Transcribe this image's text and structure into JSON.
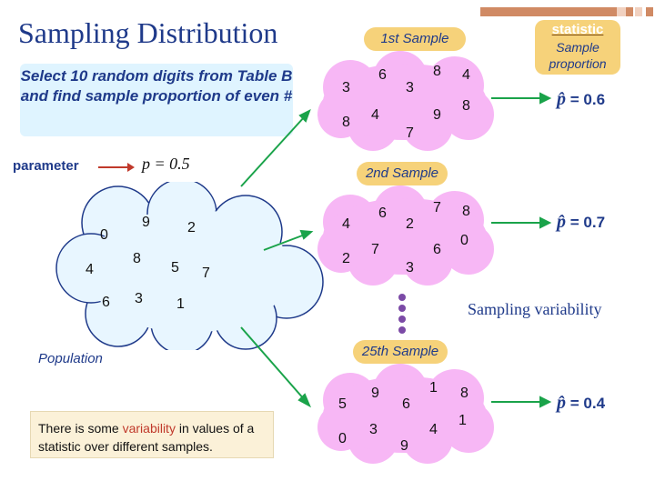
{
  "slide": {
    "title": "Sampling Distribution",
    "instruction": "Select 10 random digits from Table B and find sample proportion of even #",
    "parameter_label": "parameter",
    "parameter_value": "p = 0.5",
    "statistic_label": "statistic",
    "statistic_desc": "Sample proportion",
    "population_label": "Population",
    "variability_label": "Sampling variability",
    "note_before": "There is some ",
    "note_highlight": "variability",
    "note_after": " in values of a statistic over different samples."
  },
  "population_digits": [
    "9",
    "0",
    "2",
    "8",
    "4",
    "5",
    "7",
    "3",
    "6",
    "1"
  ],
  "samples": [
    {
      "label": "1st Sample",
      "digits": [
        "3",
        "6",
        "3",
        "8",
        "4",
        "8",
        "4",
        "7",
        "9",
        "8"
      ],
      "phat_symbol": "p̂",
      "phat_value": "= 0.6"
    },
    {
      "label": "2nd Sample",
      "digits": [
        "4",
        "6",
        "2",
        "7",
        "8",
        "2",
        "7",
        "3",
        "6",
        "0"
      ],
      "phat_symbol": "p̂",
      "phat_value": "= 0.7"
    },
    {
      "label": "25th Sample",
      "digits": [
        "5",
        "9",
        "6",
        "1",
        "8",
        "0",
        "3",
        "9",
        "4",
        "1"
      ],
      "phat_symbol": "p̂",
      "phat_value": "= 0.4"
    }
  ],
  "colors": {
    "title_blue": "#1f3a8a",
    "cloud_blue": "#e8f6ff",
    "cloud_pink": "#f7b7f5",
    "pill_gold": "#f6d27a",
    "arrow_red": "#c0392b",
    "arrow_green": "#1aa34a",
    "dots_purple": "#7b4aa6",
    "accent_bar": "#d08a64"
  }
}
